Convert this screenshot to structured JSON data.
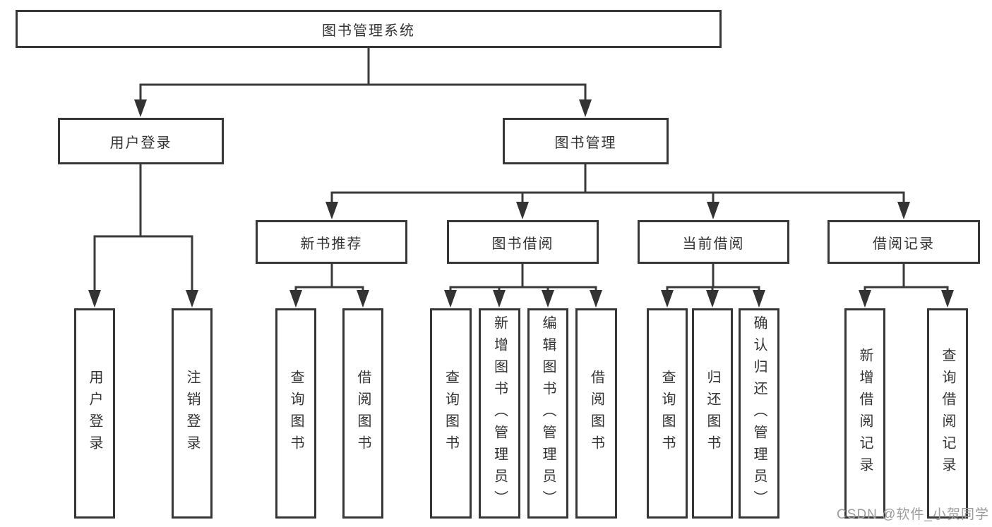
{
  "diagram": {
    "root": {
      "label": "图书管理系统"
    },
    "branches": [
      {
        "label": "用户登录",
        "children": [
          {
            "label": "用户登录"
          },
          {
            "label": "注销登录"
          }
        ]
      },
      {
        "label": "图书管理",
        "children": [
          {
            "label": "新书推荐",
            "children": [
              {
                "label": "查询图书"
              },
              {
                "label": "借阅图书"
              }
            ]
          },
          {
            "label": "图书借阅",
            "children": [
              {
                "label": "查询图书"
              },
              {
                "label": "新增图书（管理员）"
              },
              {
                "label": "编辑图书（管理员）"
              },
              {
                "label": "借阅图书"
              }
            ]
          },
          {
            "label": "当前借阅",
            "children": [
              {
                "label": "查询图书"
              },
              {
                "label": "归还图书"
              },
              {
                "label": "确认归还（管理员）"
              }
            ]
          },
          {
            "label": "借阅记录",
            "children": [
              {
                "label": "新增借阅记录"
              },
              {
                "label": "查询借阅记录"
              }
            ]
          }
        ]
      }
    ]
  },
  "watermark": {
    "text": "CSDN @软件_小贺同学"
  },
  "colors": {
    "line": "#3a3a3a",
    "box_border": "#373737",
    "text": "#333333",
    "watermark": "#9c9c9c",
    "background": "#ffffff"
  }
}
